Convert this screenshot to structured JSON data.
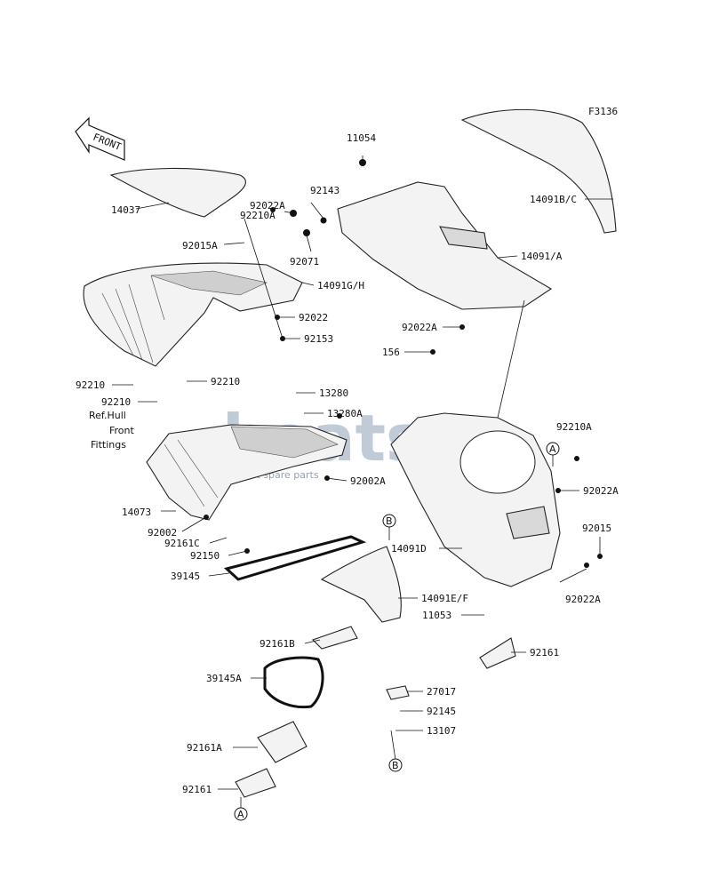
{
  "figure_code": "F3136",
  "front_arrow_label": "FRONT",
  "watermark": {
    "logo_text": "boatsm",
    "tagline": "boat spare parts"
  },
  "ref_notes": {
    "hull_line1": "Ref.Hull",
    "hull_line2": "Front",
    "hull_line3": "Fittings"
  },
  "ref_markers": {
    "a": "A",
    "b": "B"
  },
  "part_labels": {
    "p11054": "11054",
    "p14037": "14037",
    "p92022A_top": "92022A",
    "p92143": "92143",
    "p92210A_top": "92210A",
    "p92015A": "92015A",
    "p92071": "92071",
    "p14091BC": "14091B/C",
    "p14091A": "14091/A",
    "p14091GH": "14091G/H",
    "p92022": "92022",
    "p92153": "92153",
    "p92022A_mid": "92022A",
    "p156": "156",
    "p92210_left": "92210",
    "p92210_mid": "92210",
    "p92210_ref": "92210",
    "p13280": "13280",
    "p13280A": "13280A",
    "p92210A_right": "92210A",
    "p92002A": "92002A",
    "p92022A_right": "92022A",
    "p14073": "14073",
    "p92002": "92002",
    "p92161C": "92161C",
    "p92150": "92150",
    "p14091D": "14091D",
    "p92015": "92015",
    "p39145": "39145",
    "p14091EF": "14091E/F",
    "p92022A_low": "92022A",
    "p11053": "11053",
    "p92161B": "92161B",
    "p92161_right": "92161",
    "p39145A": "39145A",
    "p27017": "27017",
    "p92145": "92145",
    "p13107": "13107",
    "p92161A": "92161A",
    "p92161_bottom": "92161"
  }
}
